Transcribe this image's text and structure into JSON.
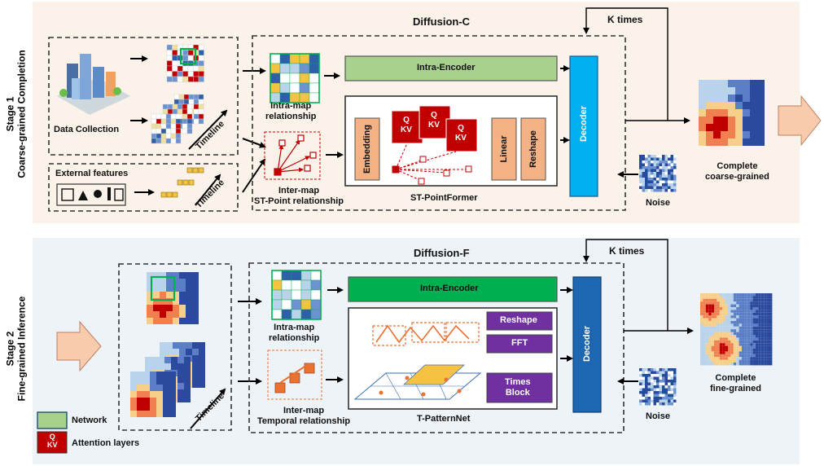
{
  "stage1": {
    "title_line1": "Stage 1",
    "title_line2": "Coarse-grained Completion",
    "diffusion_title": "Diffusion-C",
    "k_times": "K times",
    "data_collection": "Data Collection",
    "timeline": "Timeline",
    "external_features": "External features",
    "intra_map_1": "Intra-map",
    "intra_map_2": "relationship",
    "inter_map_1": "Inter-map",
    "inter_map_2": "ST-Point relationship",
    "intra_encoder": "Intra-Encoder",
    "embedding": "Embedding",
    "qkv_q": "Q",
    "qkv_kv": "KV",
    "linear": "Linear",
    "reshape": "Reshape",
    "module_name": "ST-PointFormer",
    "decoder": "Decoder",
    "noise": "Noise",
    "output_1": "Complete",
    "output_2": "coarse-grained"
  },
  "stage2": {
    "title_line1": "Stage 2",
    "title_line2": "Fine-grained Inference",
    "diffusion_title": "Diffusion-F",
    "k_times": "K times",
    "timeline": "Timeline",
    "intra_map_1": "Intra-map",
    "intra_map_2": "relationship",
    "inter_map_1": "Inter-map",
    "inter_map_2": "Temporal relationship",
    "intra_encoder": "Intra-Encoder",
    "reshape": "Reshape",
    "fft": "FFT",
    "times_block_1": "Times",
    "times_block_2": "Block",
    "module_name": "T-PatternNet",
    "decoder": "Decoder",
    "noise": "Noise",
    "output_1": "Complete",
    "output_2": "fine-grained"
  },
  "legend": {
    "network": "Network",
    "attention": "Attention layers",
    "attn_q": "Q",
    "attn_kv": "KV"
  },
  "colors": {
    "stage1_bg": "#fbf2ea",
    "stage2_bg": "#eef3f8",
    "intra_encoder_c": "#a9d18e",
    "intra_encoder_f": "#00b050",
    "decoder_c": "#00b0f0",
    "decoder_f": "#1f66b0",
    "block_peach": "#f4b183",
    "attention_red": "#c00000",
    "purple_block": "#7030a0",
    "arrow_peach": "#f8cbad"
  }
}
